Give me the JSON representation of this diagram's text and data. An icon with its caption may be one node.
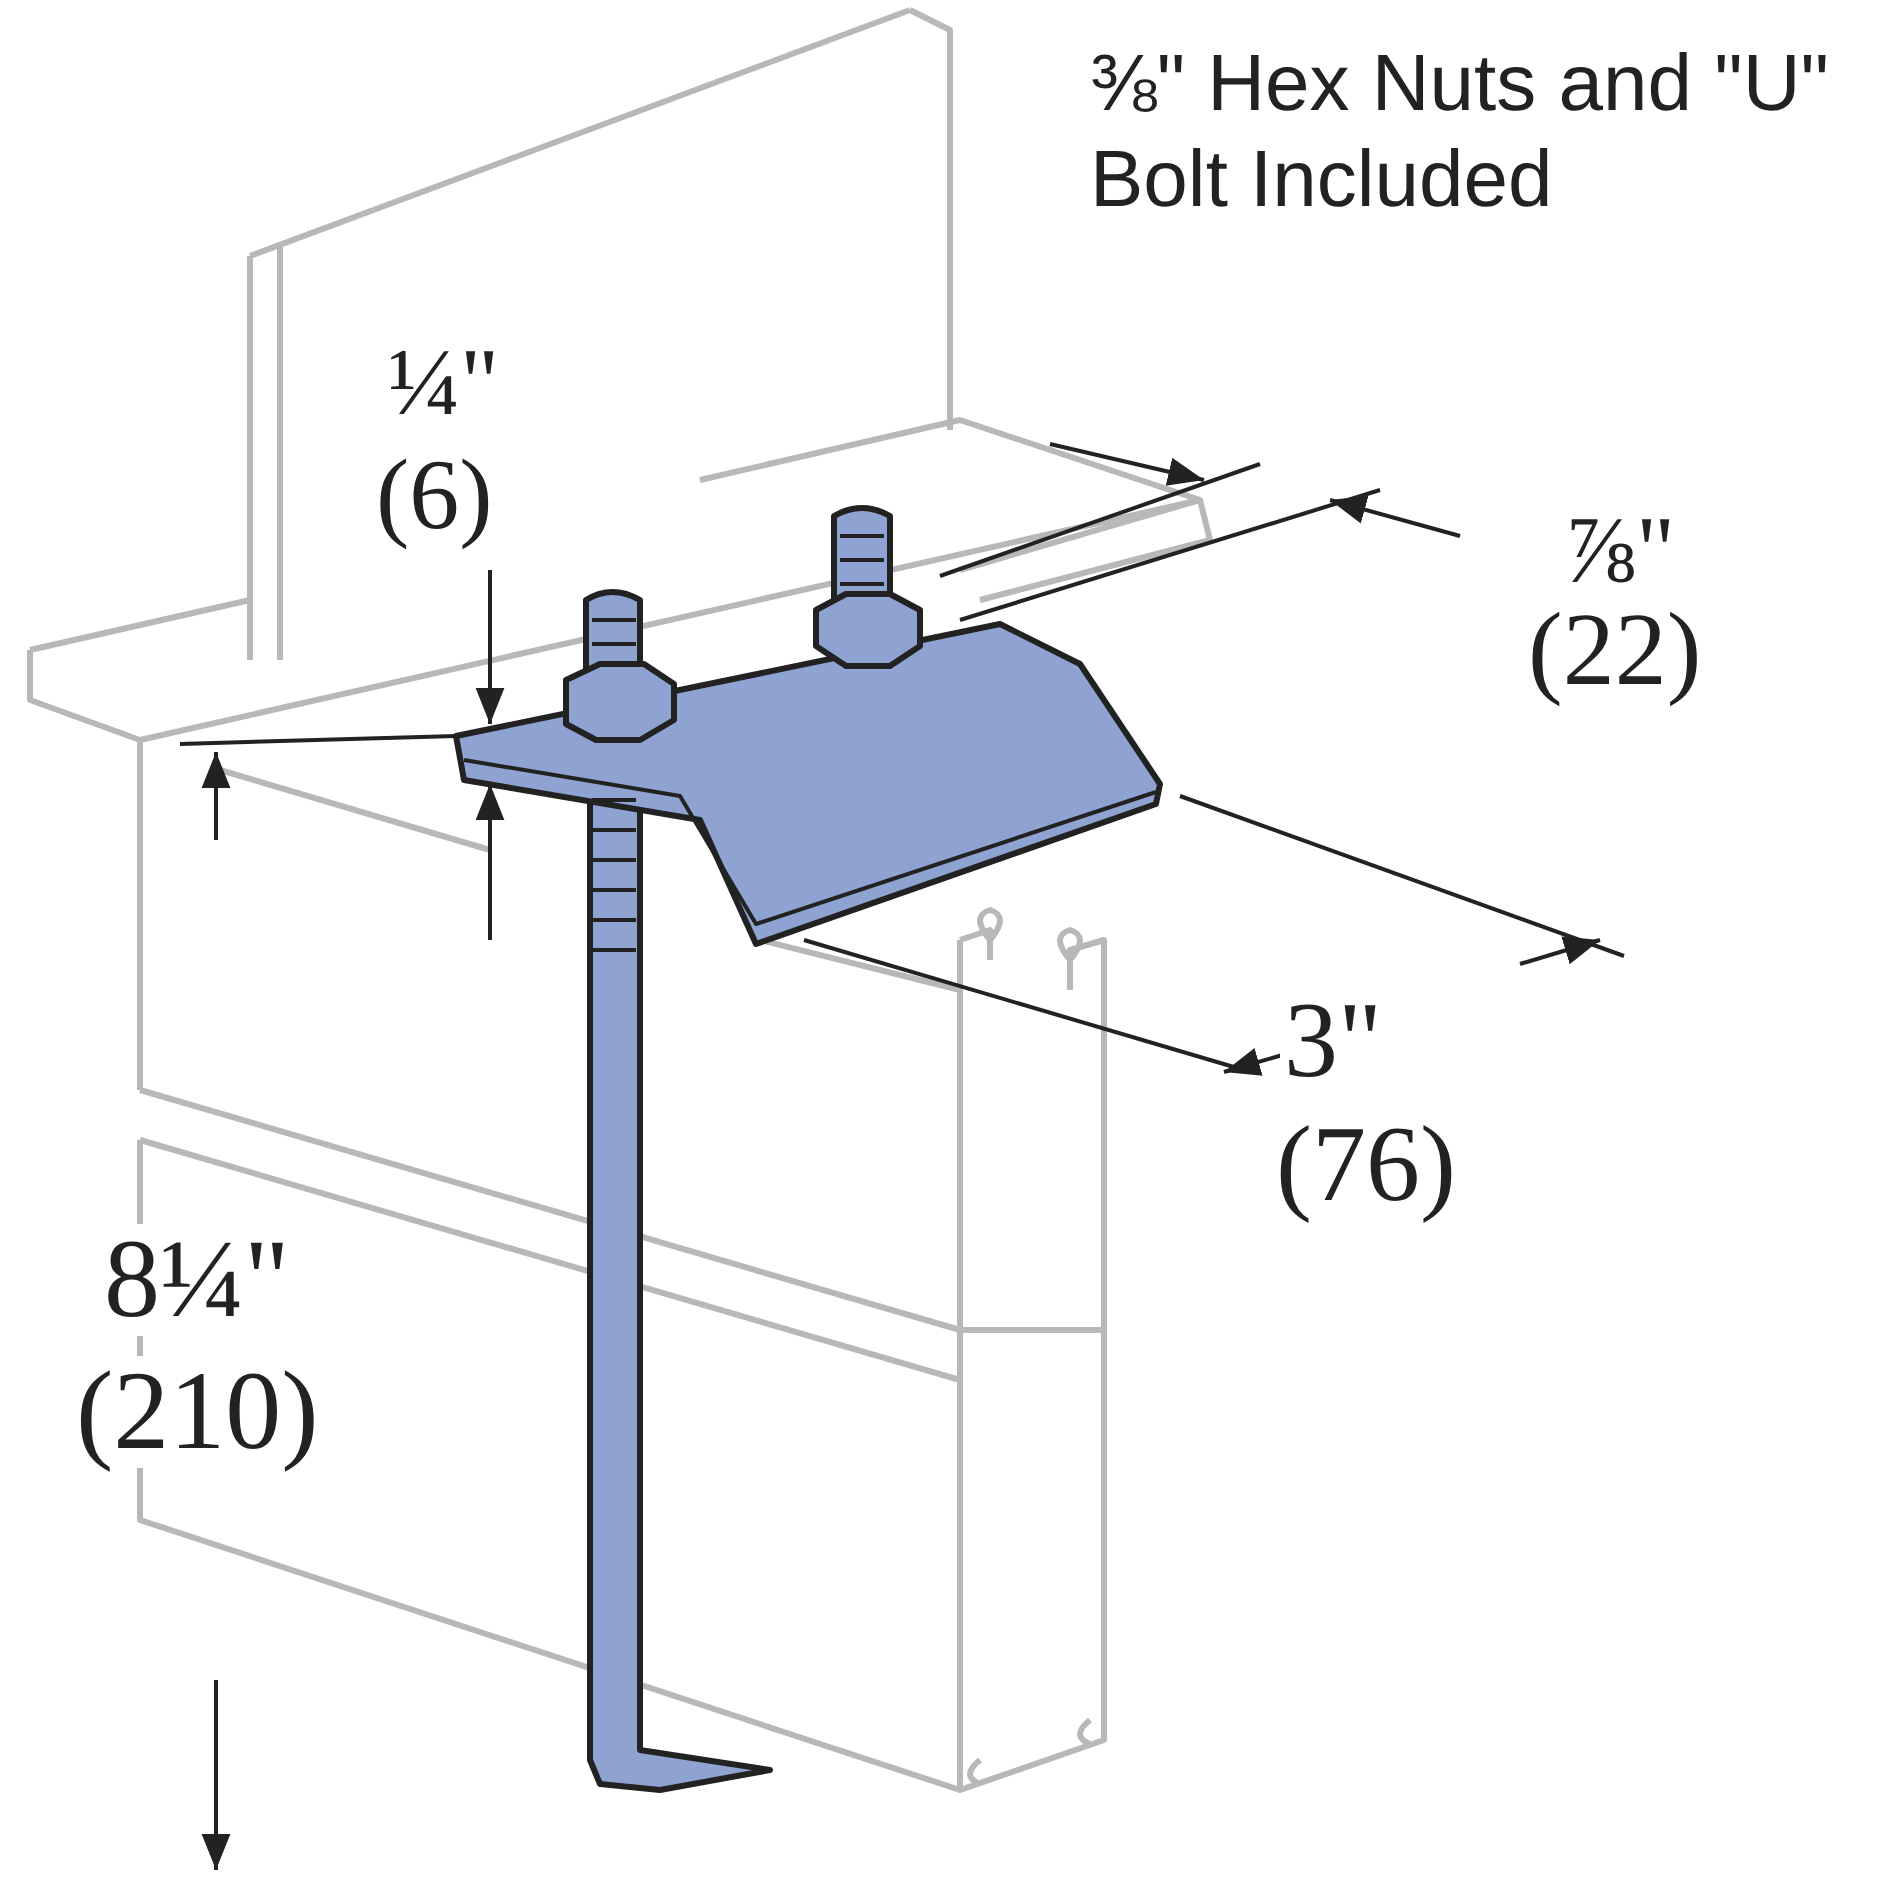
{
  "diagram": {
    "labels": [
      "⅜\" Hex Nuts and \"U\" Bolt Included",
      "¼\"",
      "(6)",
      "⅞\"",
      "(22)",
      "3\"",
      "(76)",
      "8¼\"",
      "(210)"
    ]
  }
}
